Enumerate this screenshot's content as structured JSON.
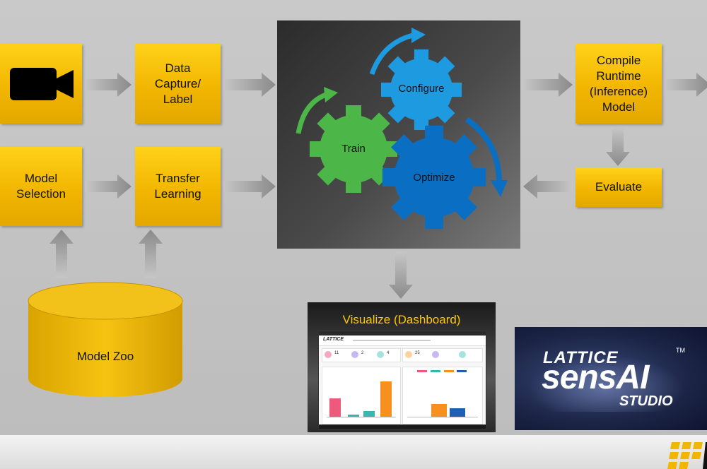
{
  "boxes": {
    "data_capture": "Data\nCapture/\nLabel",
    "model_selection": "Model\nSelection",
    "transfer_learning": "Transfer\nLearning",
    "compile": "Compile\nRuntime\n(Inference)\nModel",
    "evaluate": "Evaluate",
    "model_zoo": "Model Zoo"
  },
  "gears": {
    "configure": "Configure",
    "train": "Train",
    "optimize": "Optimize"
  },
  "dashboard": {
    "title": "Visualize (Dashboard)",
    "logo": "LATTICE",
    "card_values": [
      "11",
      "2",
      "4",
      "25"
    ]
  },
  "brand": {
    "line1": "LATTICE",
    "line2": "sensAI",
    "line3": "STUDIO",
    "tm": "TM"
  },
  "colors": {
    "box_yellow": "#f2b600",
    "gear_green": "#4cb648",
    "gear_light_blue": "#1e9ae0",
    "gear_dark_blue": "#0a6fc2",
    "arrow_gray": "#8a8a8a",
    "dashboard_title": "#ffc800"
  },
  "icons": {
    "camera": "video-camera-icon",
    "company_logo": "lattice-squares-logo"
  }
}
